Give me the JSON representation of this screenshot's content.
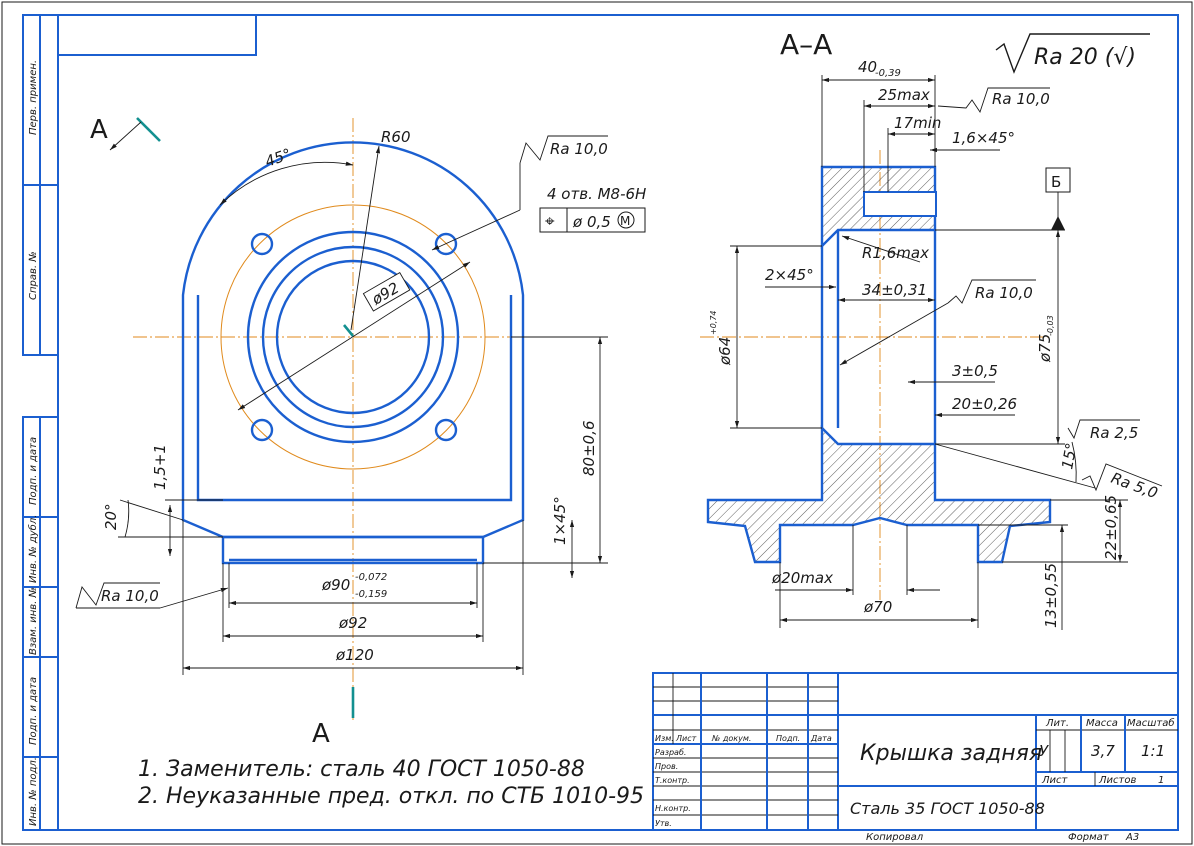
{
  "sheet": {
    "section_title": "А–А",
    "section_mark": "А",
    "roughness_general": "Ra 20 (√)",
    "datum": "Б",
    "notes": [
      "1. Заменитель: сталь 40 ГОСТ 1050-88",
      "2. Неуказанные пред. откл. по СТБ 1010-95"
    ]
  },
  "front_view": {
    "radius": "R60",
    "angle": "45°",
    "holes": "4 отв. М8-6Н",
    "tolerance_symbol": "⌖",
    "tolerance_value": "ø 0,5",
    "tolerance_modifier": "M",
    "ra_top": "Ra 10,0",
    "ra_left": "Ra 10,0",
    "dia_pcd": "ø92",
    "dim_80": "80±0,6",
    "dim_15": "1,5+1",
    "angle_20": "20°",
    "chamfer_1x45": "1×45°",
    "dia_90": "ø90",
    "dia_90_upper": "-0,072",
    "dia_90_lower": "-0,159",
    "dia_92": "ø92",
    "dia_120": "ø120"
  },
  "section_view": {
    "dim_40": "40",
    "dim_40_tol": "-0,39",
    "dim_25": "25max",
    "dim_17": "17min",
    "chamfer_16": "1,6×45°",
    "ra_top": "Ra 10,0",
    "r16": "R1,6max",
    "chamfer_2": "2×45°",
    "dim_34": "34±0,31",
    "ra_mid": "Ra 10,0",
    "dia_64": "ø64",
    "dia_64_tol": "+0,74",
    "dia_75": "ø75",
    "dia_75_tol": "-0,03",
    "dim_3": "3±0,5",
    "dim_20": "20±0,26",
    "ra_25": "Ra 2,5",
    "angle_15": "15°",
    "ra_50": "Ra 5,0",
    "dim_22": "22±0,65",
    "dia_20": "ø20max",
    "dia_70": "ø70",
    "dim_13": "13±0,55"
  },
  "side_labels": [
    "Перв. примен.",
    "Справ. №",
    "Подп. и дата",
    "Инв. № дубл.",
    "Взам. инв. №",
    "Подп. и дата",
    "Инв. № подл."
  ],
  "title_block": {
    "title": "Крышка задняя",
    "material": "Сталь 35 ГОСТ 1050-88",
    "col_izm": "Изм.",
    "col_list": "Лист",
    "col_doc": "№ докум.",
    "col_sign": "Подп.",
    "col_date": "Дата",
    "row_razrab": "Разраб.",
    "row_prov": "Пров.",
    "row_tkontr": "Т.контр.",
    "row_nkontr": "Н.контр.",
    "row_utv": "Утв.",
    "lit_label": "Лит.",
    "mass_label": "Масса",
    "scale_label": "Масштаб",
    "lit_value": "У",
    "mass_value": "3,7",
    "scale_value": "1:1",
    "sheet_label": "Лист",
    "sheets_label": "Листов",
    "sheets_value": "1",
    "copied": "Копировал",
    "format_label": "Формат",
    "format_value": "А3"
  },
  "colors": {
    "contour": "#1b5fd0",
    "axis": "#e08a1c",
    "cut_mark": "#139090",
    "text": "#1a1a1a"
  }
}
